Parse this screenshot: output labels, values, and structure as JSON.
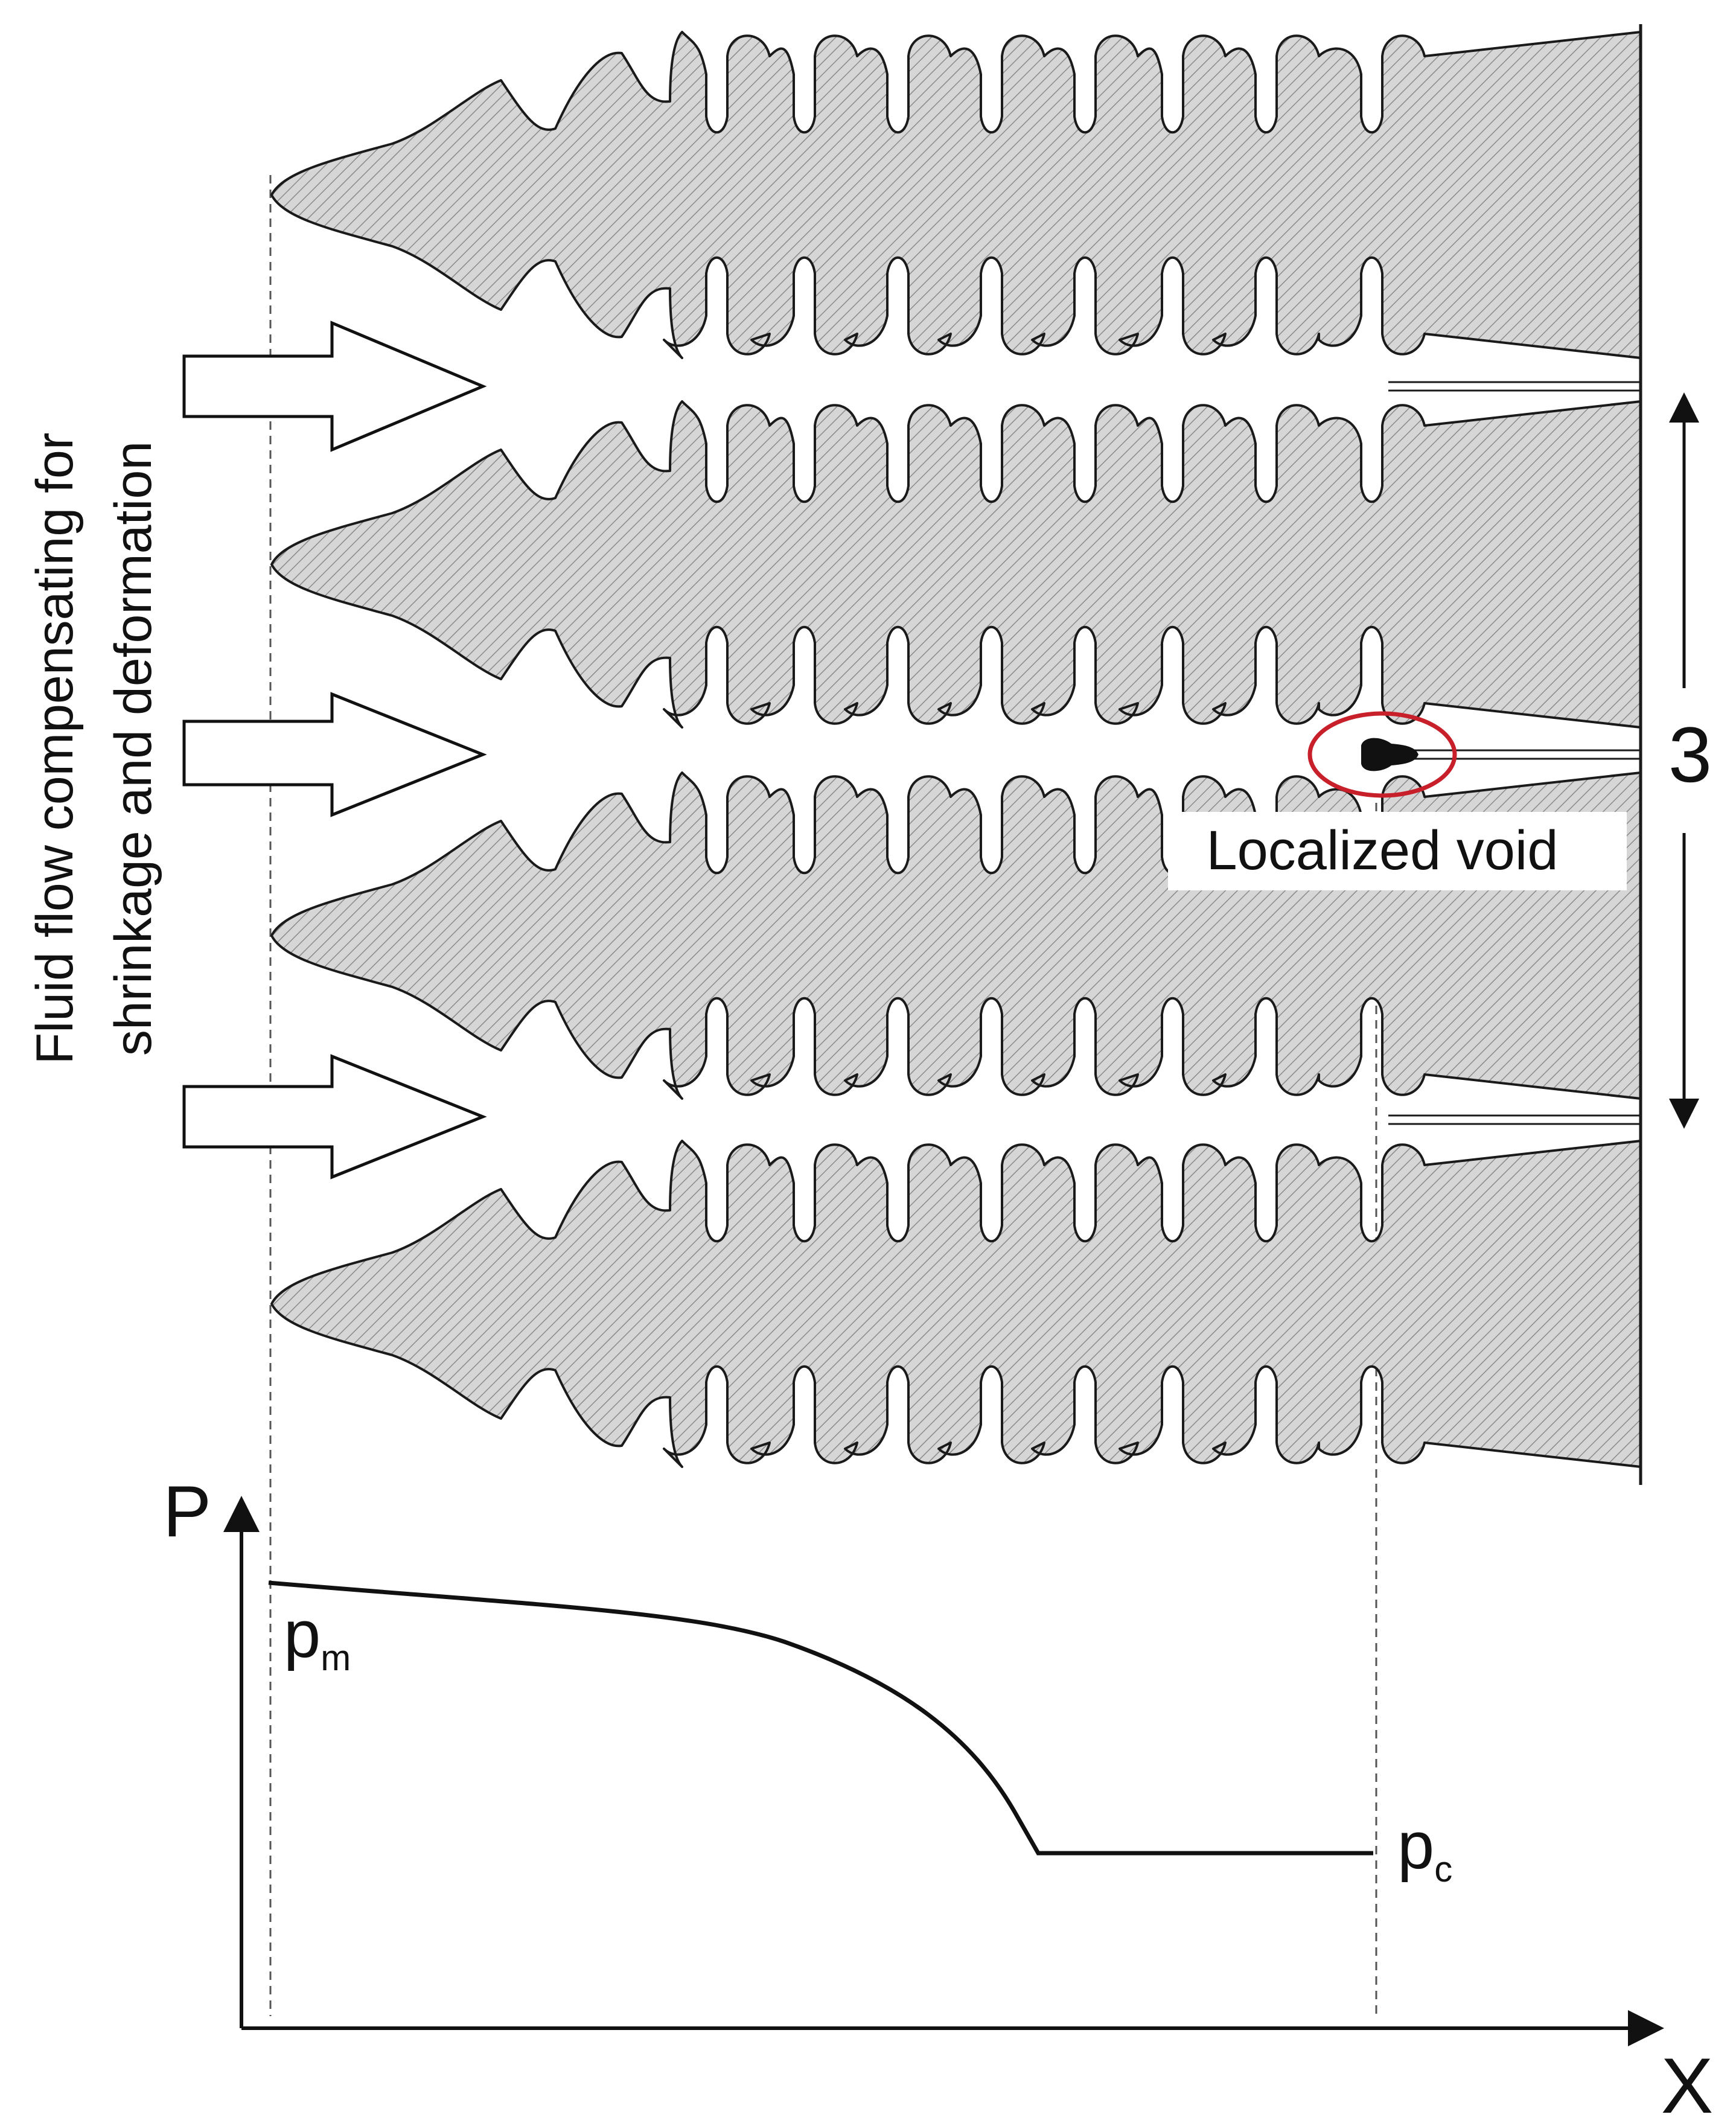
{
  "side_label": {
    "line1": "Fluid flow compensating for",
    "line2": "shrinkage and deformation"
  },
  "spacing_label": "3",
  "void_label": "Localized void",
  "graph": {
    "y_axis_label": "P",
    "x_axis_label": "X",
    "pm": {
      "main": "p",
      "sub": "m"
    },
    "pc": {
      "main": "p",
      "sub": "c"
    }
  },
  "colors": {
    "dendrite_fill": "#d6d6d6",
    "hatch": "#8a8a8a",
    "outline": "#1a1a1a",
    "void_highlight": "#c8202a"
  }
}
